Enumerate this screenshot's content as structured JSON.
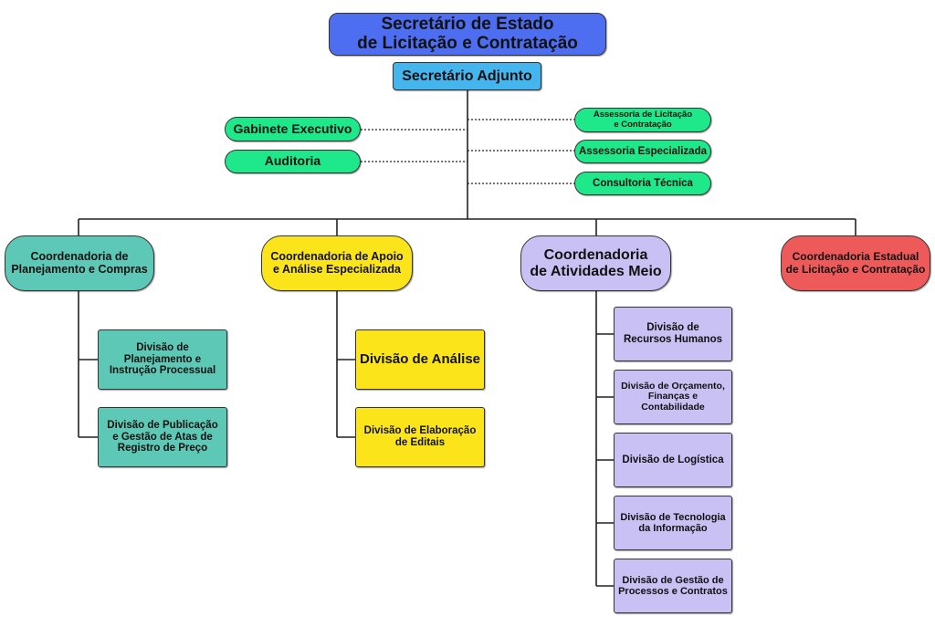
{
  "colors": {
    "secretary": "#4d6ef0",
    "adjunct": "#45b5ee",
    "advisory": "#1ee88a",
    "planning": "#5ec8b6",
    "support": "#fbe51a",
    "means": "#c9c0f4",
    "state": "#ee5a5a",
    "connector": "#222222"
  },
  "top": {
    "secretary": "Secretário de Estado\nde Licitação e Contratação",
    "adjunct": "Secretário Adjunto"
  },
  "left_advisory": [
    {
      "label": "Gabinete Executivo"
    },
    {
      "label": "Auditoria"
    }
  ],
  "right_advisory": [
    {
      "label": "Assessoria de Licitação\ne Contratação"
    },
    {
      "label": "Assessoria Especializada"
    },
    {
      "label": "Consultoria Técnica"
    }
  ],
  "coordinations": [
    {
      "label": "Coordenadoria de\nPlanejamento e Compras",
      "divisions": [
        {
          "label": "Divisão de\nPlanejamento e\nInstrução Processual"
        },
        {
          "label": "Divisão de Publicação\ne Gestão de Atas de\nRegistro de Preço"
        }
      ]
    },
    {
      "label": "Coordenadoria de Apoio\ne Análise Especializada",
      "divisions": [
        {
          "label": "Divisão de Análise"
        },
        {
          "label": "Divisão de Elaboração\nde Editais"
        }
      ]
    },
    {
      "label": "Coordenadoria\nde Atividades Meio",
      "divisions": [
        {
          "label": "Divisão de\nRecursos Humanos"
        },
        {
          "label": "Divisão de Orçamento,\nFinanças e\nContabilidade"
        },
        {
          "label": "Divisão de Logística"
        },
        {
          "label": "Divisão de Tecnologia\nda Informação"
        },
        {
          "label": "Divisão de Gestão de\nProcessos e Contratos"
        }
      ]
    },
    {
      "label": "Coordenadoria Estadual\nde Licitação e Contratação",
      "divisions": []
    }
  ]
}
